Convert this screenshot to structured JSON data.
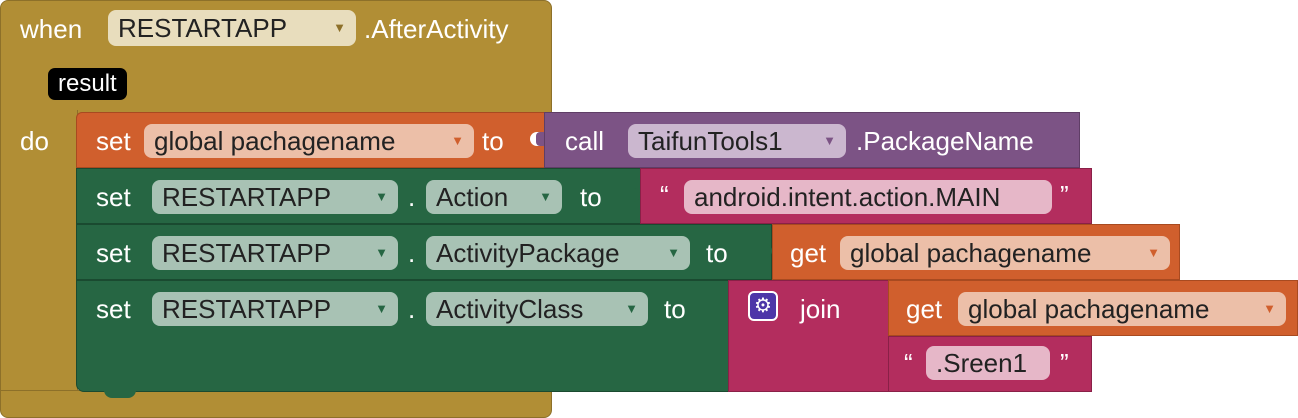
{
  "event": {
    "keyword_when": "when",
    "component": "RESTARTAPP",
    "event_name": ".AfterActivity",
    "param": "result",
    "keyword_do": "do"
  },
  "stmt1": {
    "keyword_set": "set",
    "variable": "global pachagename",
    "keyword_to": "to",
    "keyword_call": "call",
    "call_component": "TaifunTools1",
    "call_method": ".PackageName"
  },
  "stmt2": {
    "keyword_set": "set",
    "component": "RESTARTAPP",
    "dot": ".",
    "property": "Action",
    "keyword_to": "to",
    "text_value": "android.intent.action.MAIN"
  },
  "stmt3": {
    "keyword_set": "set",
    "component": "RESTARTAPP",
    "dot": ".",
    "property": "ActivityPackage",
    "keyword_to": "to",
    "keyword_get": "get",
    "variable": "global pachagename"
  },
  "stmt4": {
    "keyword_set": "set",
    "component": "RESTARTAPP",
    "dot": ".",
    "property": "ActivityClass",
    "keyword_to": "to",
    "keyword_join": "join",
    "keyword_get": "get",
    "variable": "global pachagename",
    "text_value": ".Sreen1"
  },
  "quote_open": "“",
  "quote_close": "”",
  "dropdown_glyph": "▼",
  "icons": {
    "dropdown": "chevron-down-icon",
    "mutator": "gear-icon"
  },
  "colors": {
    "event": "#b18e35",
    "variable": "#d05f2d",
    "component_call": "#7c5385",
    "setter": "#266643",
    "text": "#b32d5e",
    "mutator": "#4d36a8"
  }
}
